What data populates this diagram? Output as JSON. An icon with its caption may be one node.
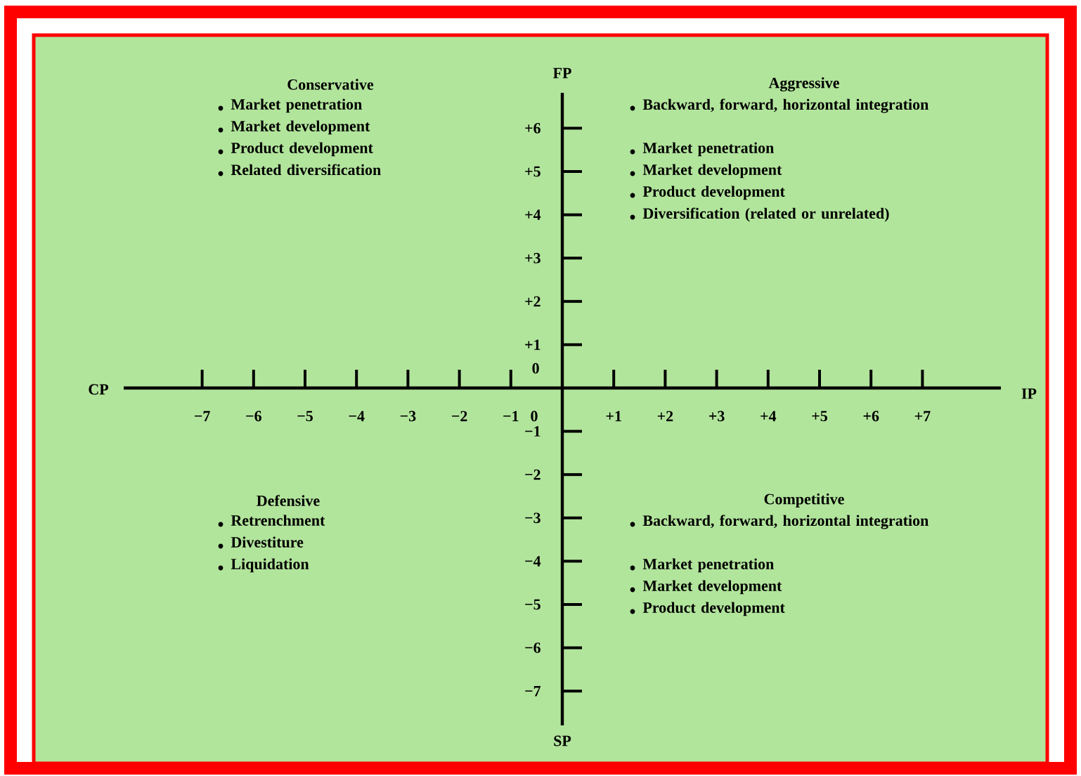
{
  "diagram": {
    "labels": [
      "Conservative",
      "Market penetration",
      "Market development",
      "Product development",
      "Related diversification",
      "FP",
      "Aggressive",
      "Backward, forward, horizontal integration",
      "Market penetration",
      "Market development",
      "Product development",
      "Diversification (related or unrelated)",
      "+6",
      "+5",
      "+4",
      "+3",
      "+2",
      "+1",
      "0",
      "CP",
      "IP",
      "−7",
      "−6",
      "−5",
      "−4",
      "−3",
      "−2",
      "−1",
      "0",
      "+1",
      "+2",
      "+3",
      "+4",
      "+5",
      "+6",
      "+7",
      "−1",
      "−2",
      "−3",
      "−4",
      "−5",
      "−6",
      "−7",
      "Defensive",
      "Retrenchment",
      "Divestiture",
      "Liquidation",
      "Competitive",
      "Backward, forward, horizontal integration",
      "Market penetration",
      "Market development",
      "Product development",
      "SP"
    ]
  }
}
